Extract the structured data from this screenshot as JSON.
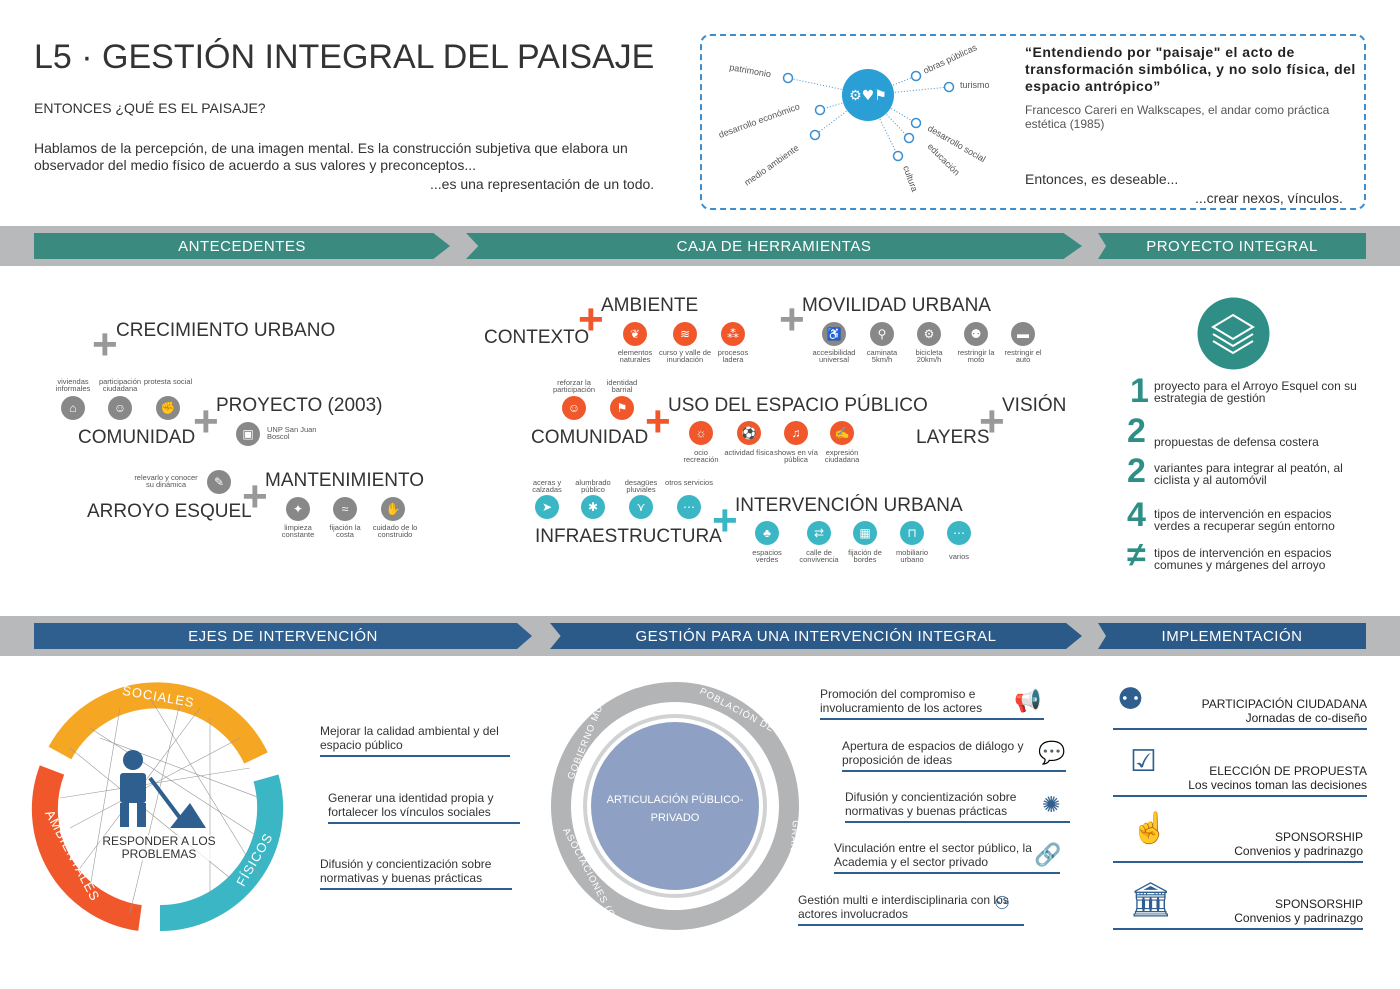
{
  "header": {
    "title": "L5 · GESTIÓN INTEGRAL DEL PAISAJE",
    "subtitle": "ENTONCES ¿QUÉ ES EL PAISAJE?",
    "paragraph": "Hablamos de la percepción, de una imagen mental. Es la construcción subjetiva que elabora un observador del medio físico de acuerdo a sus valores y preconceptos...",
    "paragraph_end": "...es una representación de un todo."
  },
  "concept_map": {
    "nodes": [
      "patrimonio",
      "desarrollo económico",
      "medio ambiente",
      "cultura",
      "educación",
      "desarrollo social",
      "turismo",
      "obras públicas"
    ],
    "quote": "“Entendiendo por \"paisaje\" el acto de transformación simbólica, y no solo física, del espacio antrópico”",
    "citation": "Francesco Careri en Walkscapes, el andar como práctica estética (1985)",
    "conclusion": "Entonces, es deseable...",
    "conclusion_end": "...crear nexos, vínculos."
  },
  "band1": {
    "antecedentes": "ANTECEDENTES",
    "caja": "CAJA DE HERRAMIENTAS",
    "proyecto": "PROYECTO INTEGRAL"
  },
  "antecedentes": {
    "crecimiento": "CRECIMIENTO URBANO",
    "comunidad": "COMUNIDAD",
    "proyecto": "PROYECTO (2003)",
    "mantenimiento": "MANTENIMIENTO",
    "arroyo": "ARROYO ESQUEL",
    "com_icons": [
      "viviendas informales",
      "participación ciudadana",
      "protesta social"
    ],
    "unp": "UNP San Juan Boscol",
    "relevarlo": "relevarlo y conocer su dinámica",
    "mant_icons": [
      "limpieza constante",
      "fijación la costa",
      "cuidado de lo construido"
    ]
  },
  "caja": {
    "contexto": "CONTEXTO",
    "ambiente": "AMBIENTE",
    "amb_icons": [
      "elementos naturales",
      "curso y valle de inundación",
      "procesos ladera"
    ],
    "movilidad": "MOVILIDAD URBANA",
    "mov_icons": [
      "accesibilidad universal",
      "caminata 5km/h",
      "bicicleta 20km/h",
      "restringir la moto",
      "restringir el auto"
    ],
    "comunidad": "COMUNIDAD",
    "com_icons": [
      "reforzar la participación",
      "identidad barrial"
    ],
    "uso": "USO DEL ESPACIO PÚBLICO",
    "uso_icons": [
      "ocio recreación",
      "actividad física",
      "shows en vía pública",
      "expresión ciudadana"
    ],
    "vision": "VISIÓN",
    "layers": "LAYERS",
    "infra": "INFRAESTRUCTURA",
    "infra_icons": [
      "aceras y calzadas",
      "alumbrado público",
      "desagües pluviales",
      "otros servicios"
    ],
    "intervencion": "INTERVENCIÓN URBANA",
    "int_icons": [
      "espacios verdes",
      "calle de convivencia",
      "fijación de bordes",
      "mobiliario urbano",
      "varios"
    ]
  },
  "proyecto_integral": {
    "items": [
      {
        "num": "1",
        "text": "proyecto para el Arroyo Esquel con su estrategia de gestión"
      },
      {
        "num": "2",
        "text": "propuestas de defensa costera"
      },
      {
        "num": "2",
        "text": "variantes para integrar al peatón, al ciclista y al automóvil"
      },
      {
        "num": "4",
        "text": "tipos de intervención en espacios verdes a recuperar según entorno"
      },
      {
        "num": "≠",
        "text": "tipos de intervención en espacios comunes y márgenes del arroyo"
      }
    ]
  },
  "band2": {
    "ejes": "EJES DE INTERVENCIÓN",
    "gestion": "GESTIÓN PARA UNA INTERVENCIÓN INTEGRAL",
    "implementacion": "IMPLEMENTACIÓN"
  },
  "ejes": {
    "ring_labels": [
      "SOCIALES",
      "FÍSICOS",
      "AMBIENTALES"
    ],
    "center": "RESPONDER A LOS PROBLEMAS",
    "items": [
      "Mejorar la calidad ambiental y del espacio público",
      "Generar una identidad propia y fortalecer los vínculos sociales",
      "Difusión y concientización sobre normativas y buenas prácticas"
    ]
  },
  "gestion": {
    "center": "ARTICULACIÓN PÚBLICO-PRIVADO",
    "ring": [
      "GOBIERNO MUNICIPAL",
      "POBLACIÓN DE ESQUEL",
      "GRANDES EMPRESAS (RSE)",
      "ASOCIACIONES (OSC)"
    ],
    "items": [
      "Promoción del compromiso e involucramiento de los actores",
      "Apertura de espacios de diálogo y proposición de ideas",
      "Difusión y concientización sobre normativas y buenas prácticas",
      "Vinculación entre el sector público, la Academia y el sector privado",
      "Gestión multi e interdisciplinaria con los actores involucrados"
    ]
  },
  "implementacion": {
    "items": [
      {
        "title": "PARTICIPACIÓN CIUDADANA",
        "sub": "Jornadas de co-diseño"
      },
      {
        "title": "ELECCIÓN DE PROPUESTA",
        "sub": "Los vecinos toman las decisiones"
      },
      {
        "title": "SPONSORSHIP",
        "sub": "Convenios y padrinazgo"
      },
      {
        "title": "SPONSORSHIP",
        "sub": "Convenios y padrinazgo"
      }
    ]
  },
  "colors": {
    "teal": "#3a8a80",
    "blue": "#2f5f8f",
    "orange": "#f0582b",
    "cyan": "#3bb6c5",
    "gray": "#888888"
  }
}
